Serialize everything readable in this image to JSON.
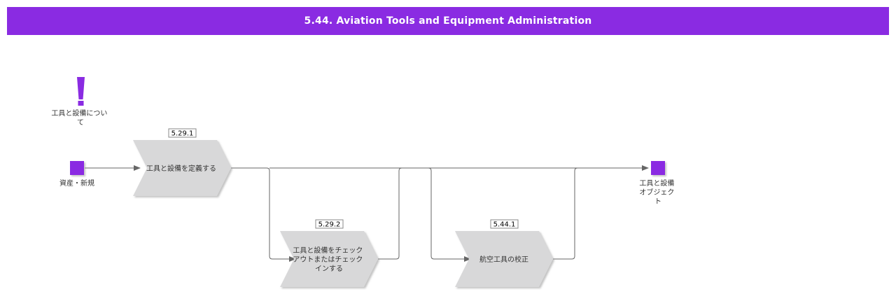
{
  "header": {
    "title": "5.44. Aviation Tools and Equipment Administration"
  },
  "colors": {
    "accent": "#8a2be2",
    "process_fill": "#d8d8d9",
    "connector": "#666666"
  },
  "note": {
    "icon": "exclamation-icon",
    "label_lines": [
      "工具と設備につい",
      "て"
    ]
  },
  "start_event": {
    "label": "資産・新規"
  },
  "end_event": {
    "label_lines": [
      "工具と設備",
      "オブジェク",
      "ト"
    ]
  },
  "processes": [
    {
      "id": "5.29.1",
      "label_lines": [
        "工具と設備を定義する"
      ]
    },
    {
      "id": "5.29.2",
      "label_lines": [
        "工具と設備をチェック",
        "アウトまたはチェック",
        "インする"
      ]
    },
    {
      "id": "5.44.1",
      "label_lines": [
        "航空工具の校正"
      ]
    }
  ]
}
